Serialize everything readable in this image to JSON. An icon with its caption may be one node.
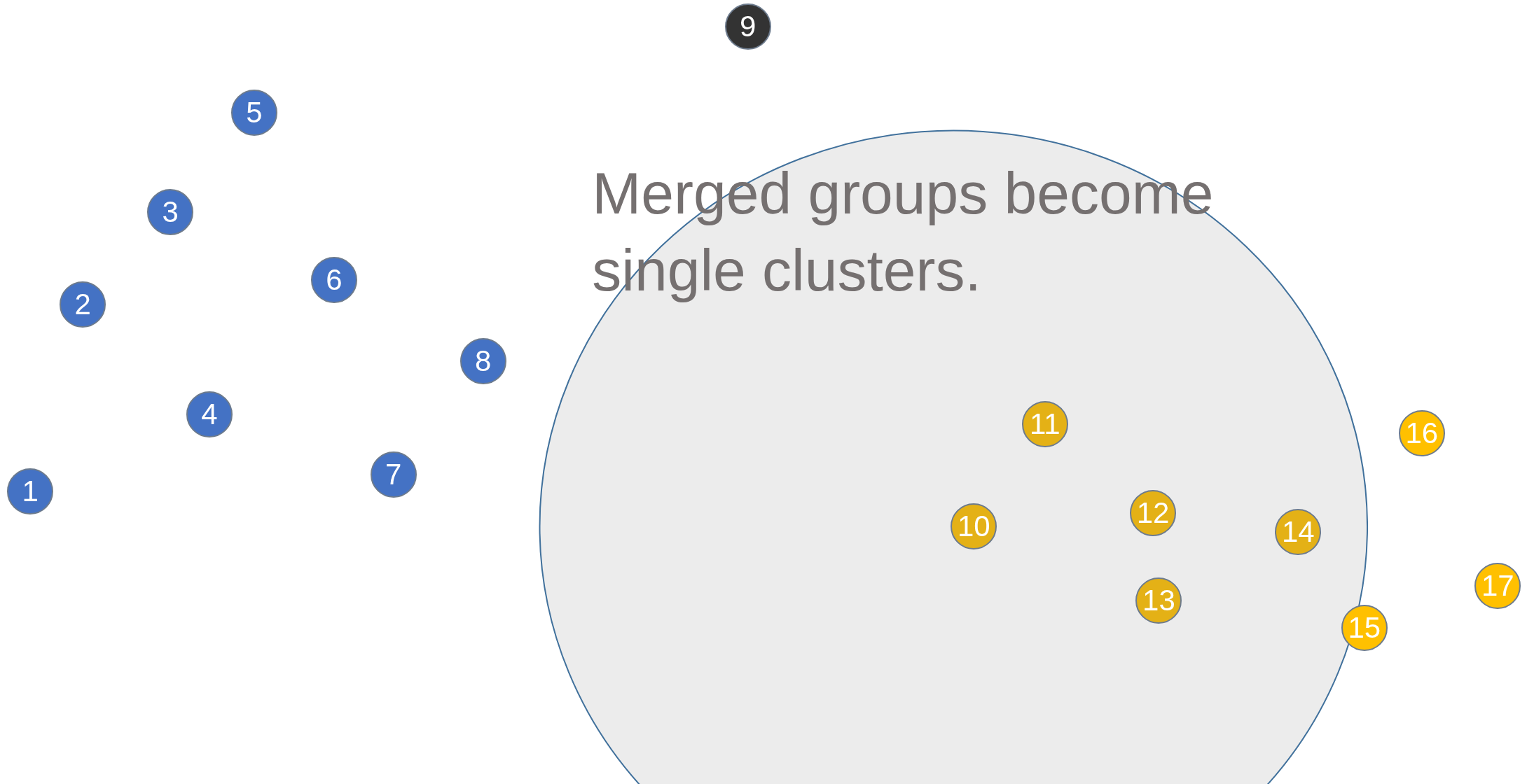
{
  "diagram": {
    "nodes": [
      {
        "text": [
          "Merged groups become single clusters."
        ]
      },
      {
        "text": [
          "1"
        ]
      },
      {
        "text": [
          "2"
        ]
      },
      {
        "text": [
          "3"
        ]
      },
      {
        "text": [
          "4"
        ]
      },
      {
        "text": [
          "5"
        ]
      },
      {
        "text": [
          "6"
        ]
      },
      {
        "text": [
          "7"
        ]
      },
      {
        "text": [
          "8"
        ]
      },
      {
        "text": [
          "9"
        ]
      },
      {
        "text": [
          "10"
        ],
        "in": 0
      },
      {
        "text": [
          "11"
        ],
        "in": 0
      },
      {
        "text": [
          "12"
        ],
        "in": 0
      },
      {
        "text": [
          "13"
        ],
        "in": 0
      },
      {
        "text": [
          "14"
        ],
        "in": 0
      },
      {
        "text": [
          "15"
        ]
      },
      {
        "text": [
          "16"
        ]
      },
      {
        "text": [
          "17"
        ]
      }
    ],
    "edges": []
  }
}
